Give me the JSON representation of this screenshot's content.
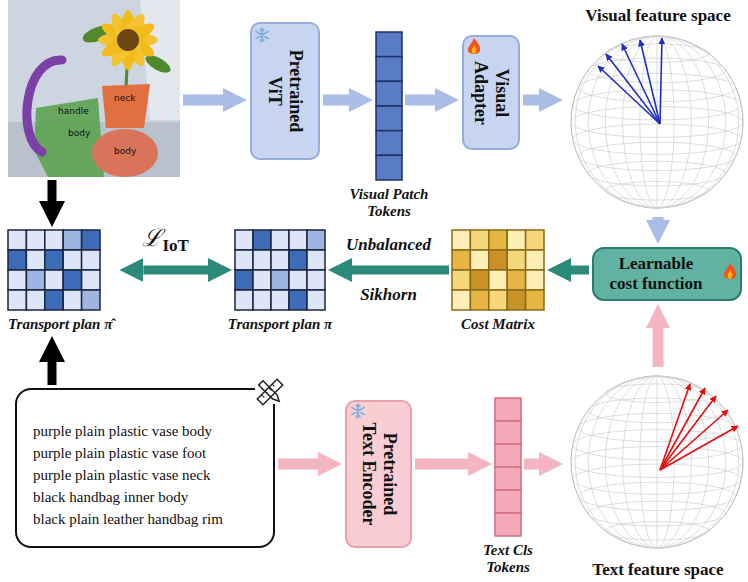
{
  "diagram": {
    "nodes": [
      {
        "text": [
          "handle",
          "body",
          "neck",
          "body"
        ]
      },
      {
        "text": [
          "Pretrained ViT"
        ]
      },
      {
        "text": [
          "Visual Patch Tokens"
        ]
      },
      {
        "text": [
          "Visual Adapter"
        ]
      },
      {
        "text": [
          "Visual feature space"
        ]
      },
      {
        "text": [
          "Transport plan π̂"
        ]
      },
      {
        "text": [
          "Transport plan π"
        ]
      },
      {
        "text": [
          "Cost Matrix"
        ]
      },
      {
        "text": [
          "Learnable cost function"
        ]
      },
      {
        "text": [
          "purple plain plastic vase body",
          "purple plain plastic vase foot",
          "purple plain plastic vase neck",
          "black handbag inner body",
          "black plain leather handbag rim"
        ]
      },
      {
        "text": [
          "Pretrained Text Encoder"
        ]
      },
      {
        "text": [
          "Text Cls Tokens"
        ]
      },
      {
        "text": [
          "Text feature space"
        ]
      }
    ],
    "edges": [
      {
        "from": 0,
        "to": 1,
        "arrow": "to"
      },
      {
        "from": 1,
        "to": 2,
        "arrow": "to"
      },
      {
        "from": 2,
        "to": 3,
        "arrow": "to"
      },
      {
        "from": 3,
        "to": 4,
        "arrow": "to"
      },
      {
        "from": 4,
        "to": 8,
        "arrow": "to"
      },
      {
        "from": 12,
        "to": 8,
        "arrow": "to"
      },
      {
        "from": 8,
        "to": 7,
        "arrow": "to"
      },
      {
        "from": 7,
        "to": 6,
        "arrow": "to",
        "label": "Unbalanced Sikhorn"
      },
      {
        "from": 6,
        "to": 5,
        "arrow": "both",
        "label": "IoT"
      },
      {
        "from": 0,
        "to": 5,
        "arrow": "to"
      },
      {
        "from": 9,
        "to": 5,
        "arrow": "to"
      },
      {
        "from": 9,
        "to": 10,
        "arrow": "to"
      },
      {
        "from": 10,
        "to": 11,
        "arrow": "to"
      },
      {
        "from": 11,
        "to": 12,
        "arrow": "to"
      }
    ],
    "labels": [
      "ℒ"
    ]
  }
}
